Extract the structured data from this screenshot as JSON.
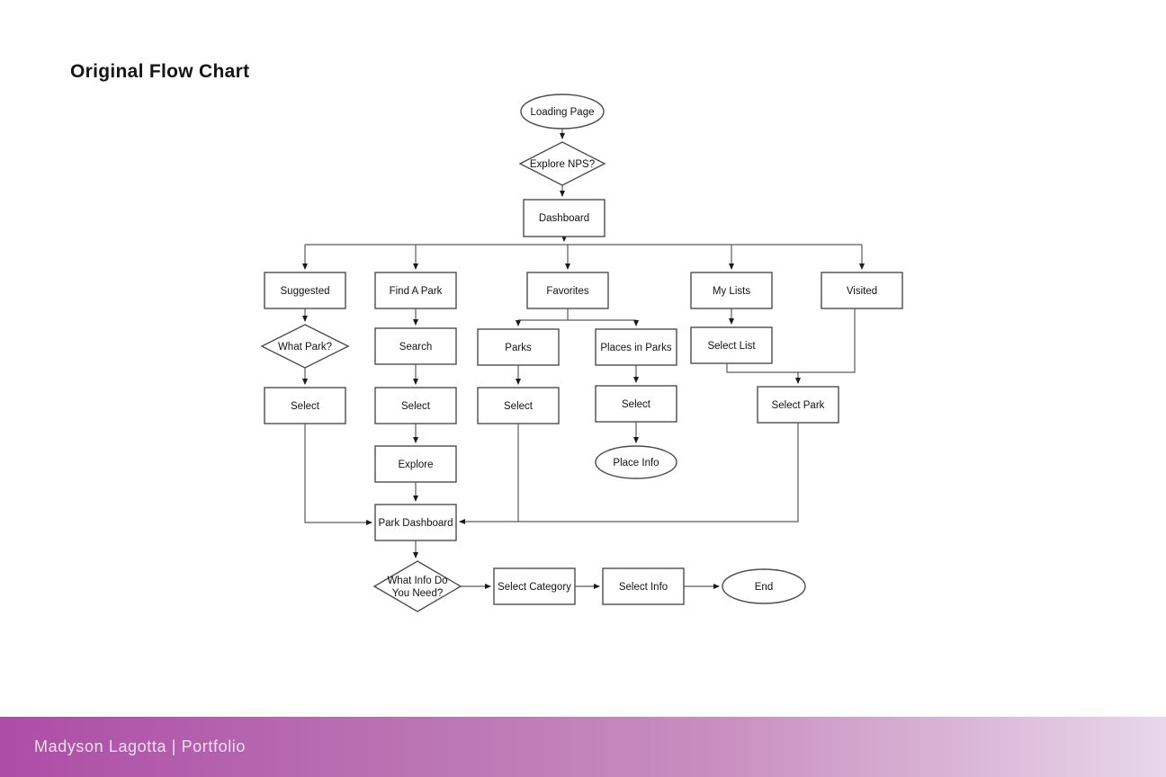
{
  "page": {
    "title": "Original Flow Chart"
  },
  "footer": {
    "text": "Madyson Lagotta | Portfolio",
    "gradient_left": "#ad4da6",
    "gradient_right": "#e8d7ea",
    "text_color": "#f0def0"
  },
  "flowchart": {
    "line_color": "#5a5a5a",
    "shape_fill": "#ffffff",
    "shape_stroke": "#4c4c4c",
    "nodes": {
      "loading_page": {
        "label": "Loading Page",
        "type": "ellipse"
      },
      "explore_nps": {
        "label": "Explore NPS?",
        "type": "diamond"
      },
      "dashboard": {
        "label": "Dashboard",
        "type": "rect"
      },
      "suggested": {
        "label": "Suggested",
        "type": "rect"
      },
      "find_a_park": {
        "label": "Find A Park",
        "type": "rect"
      },
      "favorites": {
        "label": "Favorites",
        "type": "rect"
      },
      "my_lists": {
        "label": "My Lists",
        "type": "rect"
      },
      "visited": {
        "label": "Visited",
        "type": "rect"
      },
      "what_park": {
        "label": "What Park?",
        "type": "diamond"
      },
      "search": {
        "label": "Search",
        "type": "rect"
      },
      "parks": {
        "label": "Parks",
        "type": "rect"
      },
      "places_in_parks": {
        "label": "Places in Parks",
        "type": "rect"
      },
      "select_list": {
        "label": "Select List",
        "type": "rect"
      },
      "select_suggested": {
        "label": "Select",
        "type": "rect"
      },
      "select_search": {
        "label": "Select",
        "type": "rect"
      },
      "select_parks": {
        "label": "Select",
        "type": "rect"
      },
      "select_places": {
        "label": "Select",
        "type": "rect"
      },
      "select_park": {
        "label": "Select Park",
        "type": "rect"
      },
      "explore": {
        "label": "Explore",
        "type": "rect"
      },
      "place_info": {
        "label": "Place Info",
        "type": "ellipse"
      },
      "park_dashboard": {
        "label": "Park Dashboard",
        "type": "rect"
      },
      "what_info": {
        "label": "What Info Do You Need?",
        "line1": "What Info Do",
        "line2": "You Need?",
        "type": "diamond"
      },
      "select_category": {
        "label": "Select Category",
        "type": "rect"
      },
      "select_info": {
        "label": "Select Info",
        "type": "rect"
      },
      "end": {
        "label": "End",
        "type": "ellipse"
      }
    },
    "edges": [
      {
        "from": "loading_page",
        "to": "explore_nps"
      },
      {
        "from": "explore_nps",
        "to": "dashboard"
      },
      {
        "from": "dashboard",
        "to": "suggested"
      },
      {
        "from": "dashboard",
        "to": "find_a_park"
      },
      {
        "from": "dashboard",
        "to": "favorites"
      },
      {
        "from": "dashboard",
        "to": "my_lists"
      },
      {
        "from": "dashboard",
        "to": "visited"
      },
      {
        "from": "suggested",
        "to": "what_park"
      },
      {
        "from": "what_park",
        "to": "select_suggested"
      },
      {
        "from": "find_a_park",
        "to": "search"
      },
      {
        "from": "search",
        "to": "select_search"
      },
      {
        "from": "select_search",
        "to": "explore"
      },
      {
        "from": "explore",
        "to": "park_dashboard"
      },
      {
        "from": "favorites",
        "to": "parks"
      },
      {
        "from": "favorites",
        "to": "places_in_parks"
      },
      {
        "from": "parks",
        "to": "select_parks"
      },
      {
        "from": "places_in_parks",
        "to": "select_places"
      },
      {
        "from": "select_places",
        "to": "place_info"
      },
      {
        "from": "my_lists",
        "to": "select_list"
      },
      {
        "from": "select_list",
        "to": "select_park"
      },
      {
        "from": "visited",
        "to": "select_park"
      },
      {
        "from": "select_suggested",
        "to": "park_dashboard"
      },
      {
        "from": "select_parks",
        "to": "park_dashboard"
      },
      {
        "from": "select_park",
        "to": "park_dashboard"
      },
      {
        "from": "park_dashboard",
        "to": "what_info"
      },
      {
        "from": "what_info",
        "to": "select_category"
      },
      {
        "from": "select_category",
        "to": "select_info"
      },
      {
        "from": "select_info",
        "to": "end"
      }
    ]
  }
}
